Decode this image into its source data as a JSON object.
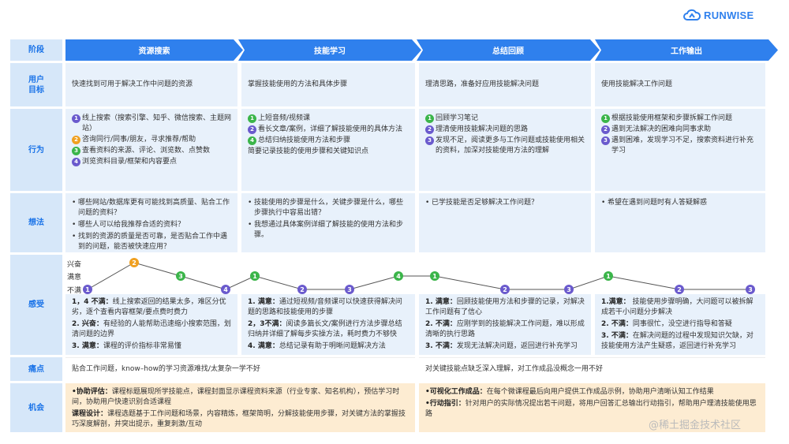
{
  "brand": {
    "name": "RUNWISE"
  },
  "row_labels": {
    "stage": "阶段",
    "goal": "用户\n目标",
    "action": "行为",
    "thought": "想法",
    "feeling": "感受",
    "pain": "痛点",
    "opportunity": "机会"
  },
  "stages": [
    {
      "title": "资源搜索",
      "color": "#2f80ed"
    },
    {
      "title": "技能学习",
      "color": "#2f80ed"
    },
    {
      "title": "总结回顾",
      "color": "#2f80ed"
    },
    {
      "title": "工作输出",
      "color": "#2f80ed"
    }
  ],
  "goals": [
    "快速找到可用于解决工作中问题的资源",
    "掌握技能使用的方法和具体步骤",
    "理清思路，准备好应用技能解决问题",
    "使用技能解决工作问题"
  ],
  "actions": [
    [
      {
        "n": "1",
        "c": "purple",
        "t": "线上搜索（搜索引擎、知乎、微信搜索、主题网站）"
      },
      {
        "n": "2",
        "c": "orange",
        "t": "咨询同行/同事/朋友，寻求推荐/帮助"
      },
      {
        "n": "3",
        "c": "green",
        "t": "查看资料的来源、评论、浏览数、点赞数"
      },
      {
        "n": "4",
        "c": "purple",
        "t": "浏览资料目录/框架和内容要点"
      }
    ],
    [
      {
        "n": "1",
        "c": "green",
        "t": "上短音频/视频课"
      },
      {
        "n": "2",
        "c": "purple",
        "t": "看长文章/案例，详细了解技能使用的具体方法"
      },
      {
        "n": "4",
        "c": "green",
        "t": "总结归纳技能使用方法和步骤"
      },
      {
        "n": "",
        "c": "",
        "t": "简要记录技能的使用步骤和关键知识点"
      }
    ],
    [
      {
        "n": "1",
        "c": "green",
        "t": "回顾学习笔记"
      },
      {
        "n": "2",
        "c": "purple",
        "t": "理清使用技能解决问题的思路"
      },
      {
        "n": "3",
        "c": "purple",
        "t": "发现不足，阅读更多与工作问题或技能使用相关的资料，加深对技能使用方法的理解"
      }
    ],
    [
      {
        "n": "1",
        "c": "green",
        "t": "根据技能使用框架和步骤拆解工作问题"
      },
      {
        "n": "2",
        "c": "purple",
        "t": "遇到无法解决的困难向同事求助"
      },
      {
        "n": "3",
        "c": "purple",
        "t": "遇到困难，发现学习不足，搜索资料进行补充学习"
      }
    ]
  ],
  "thoughts": [
    [
      "哪些网站/数据库更有可能找到高质量、贴合工作问题的资料？",
      "哪些人可以给我推荐合适的资料？",
      "找到的资源的质量是否可靠，是否贴合工作中遇到的问题，能否被快速应用？"
    ],
    [
      "技能使用的步骤是什么，关键步骤是什么，哪些步骤执行中容易出错？",
      "我想通过具体案例详细了解技能的使用方法和步骤。"
    ],
    [
      "已学技能是否足够解决工作问题？"
    ],
    [
      "希望在遇到问题时有人答疑解惑"
    ]
  ],
  "emotion": {
    "levels": [
      "兴奋",
      "满意",
      "不满"
    ],
    "points": [
      {
        "label": "1",
        "level": 2,
        "color": "#6a5acd",
        "x": 0
      },
      {
        "label": "2",
        "level": 0,
        "color": "#f0a020",
        "x": 1
      },
      {
        "label": "3",
        "level": 1,
        "color": "#3bb54a",
        "x": 2
      },
      {
        "label": "4",
        "level": 2,
        "color": "#6a5acd",
        "x": 3
      },
      {
        "label": "1",
        "level": 1,
        "color": "#3bb54a",
        "x": 4
      },
      {
        "label": "2",
        "level": 2,
        "color": "#6a5acd",
        "x": 5
      },
      {
        "label": "3",
        "level": 2,
        "color": "#6a5acd",
        "x": 6
      },
      {
        "label": "4",
        "level": 1,
        "color": "#3bb54a",
        "x": 7
      },
      {
        "label": "1",
        "level": 1,
        "color": "#3bb54a",
        "x": 8
      },
      {
        "label": "2",
        "level": 2,
        "color": "#6a5acd",
        "x": 9
      },
      {
        "label": "3",
        "level": 2,
        "color": "#6a5acd",
        "x": 10
      },
      {
        "label": "1",
        "level": 1,
        "color": "#3bb54a",
        "x": 11
      },
      {
        "label": "2",
        "level": 2,
        "color": "#6a5acd",
        "x": 12
      },
      {
        "label": "3",
        "level": 2,
        "color": "#6a5acd",
        "x": 13
      }
    ]
  },
  "feelings": [
    [
      {
        "b": "1，4 不满：",
        "t": "线上搜索返回的结果太多，难区分优劣，逐个查看内容框架/要点费时费力"
      },
      {
        "b": "2. 兴奋：",
        "t": "有经验的人能帮助迅速缩小搜索范围，划清问题的边界"
      },
      {
        "b": "3. 满意：",
        "t": "课程的评价指标非常易懂"
      }
    ],
    [
      {
        "b": "1. 满意：",
        "t": "通过短视频/音频课可以快速获得解决问题的思路和技能使用的步骤"
      },
      {
        "b": "2，3不满：",
        "t": "阅读多篇长文/案例进行方法步骤总结归纳并详细了解每步实操方法，耗时费力不够快"
      },
      {
        "b": "4. 满意：",
        "t": "总结记录有助于明晰问题解决方法"
      }
    ],
    [
      {
        "b": "1. 满意：",
        "t": "回顾技能使用方法和步骤的记录，对解决工作问题有了信心"
      },
      {
        "b": "2. 不满：",
        "t": "应刚学到的技能解决工作问题，难以形成清晰的执行思路"
      },
      {
        "b": "3. 不满：",
        "t": "发现无法解决问题，返回进行补充学习"
      }
    ],
    [
      {
        "b": "1.满意：",
        "t": " 技能使用步骤明确，大问题可以被拆解成若干小问题分步解决"
      },
      {
        "b": "2. 不满：",
        "t": "同事很忙，没空进行指导和答疑"
      },
      {
        "b": "3. 不满：",
        "t": "在解决问题的过程中发现知识欠缺，对技能使用方法产生疑惑，返回进行补充学习"
      }
    ]
  ],
  "pains": [
    "贴合工作问题，know–how的学习资源难找/太复杂一学不好",
    "对关键技能点缺乏深入理解，对工作成品没概念一用不好"
  ],
  "opportunities": [
    [
      {
        "b": "•协助评估：",
        "t": "课程标题展现所学技能点，课程封面显示课程资料来源（行业专家、知名机构），预估学习时间，协助用户快速识别合适课程"
      },
      {
        "b": "课程设计：",
        "t": "课程选题基于工作问题和场景，内容精炼，框架简明，分解技能使用步骤，对关键方法的掌握技巧深度解剖，并突出提示，重复刺激/互动"
      }
    ],
    [
      {
        "b": "•可视化工作成品：",
        "t": "在每个微课程最后向用户提供工作成品示例，协助用户清晰认知工作结果"
      },
      {
        "b": "•行动指引：",
        "t": "针对用户的实际情况提出若干问题，将用户回答汇总输出行动指引，帮助用户理清技能使用思路"
      }
    ]
  ],
  "watermark": "@稀土掘金技术社区"
}
